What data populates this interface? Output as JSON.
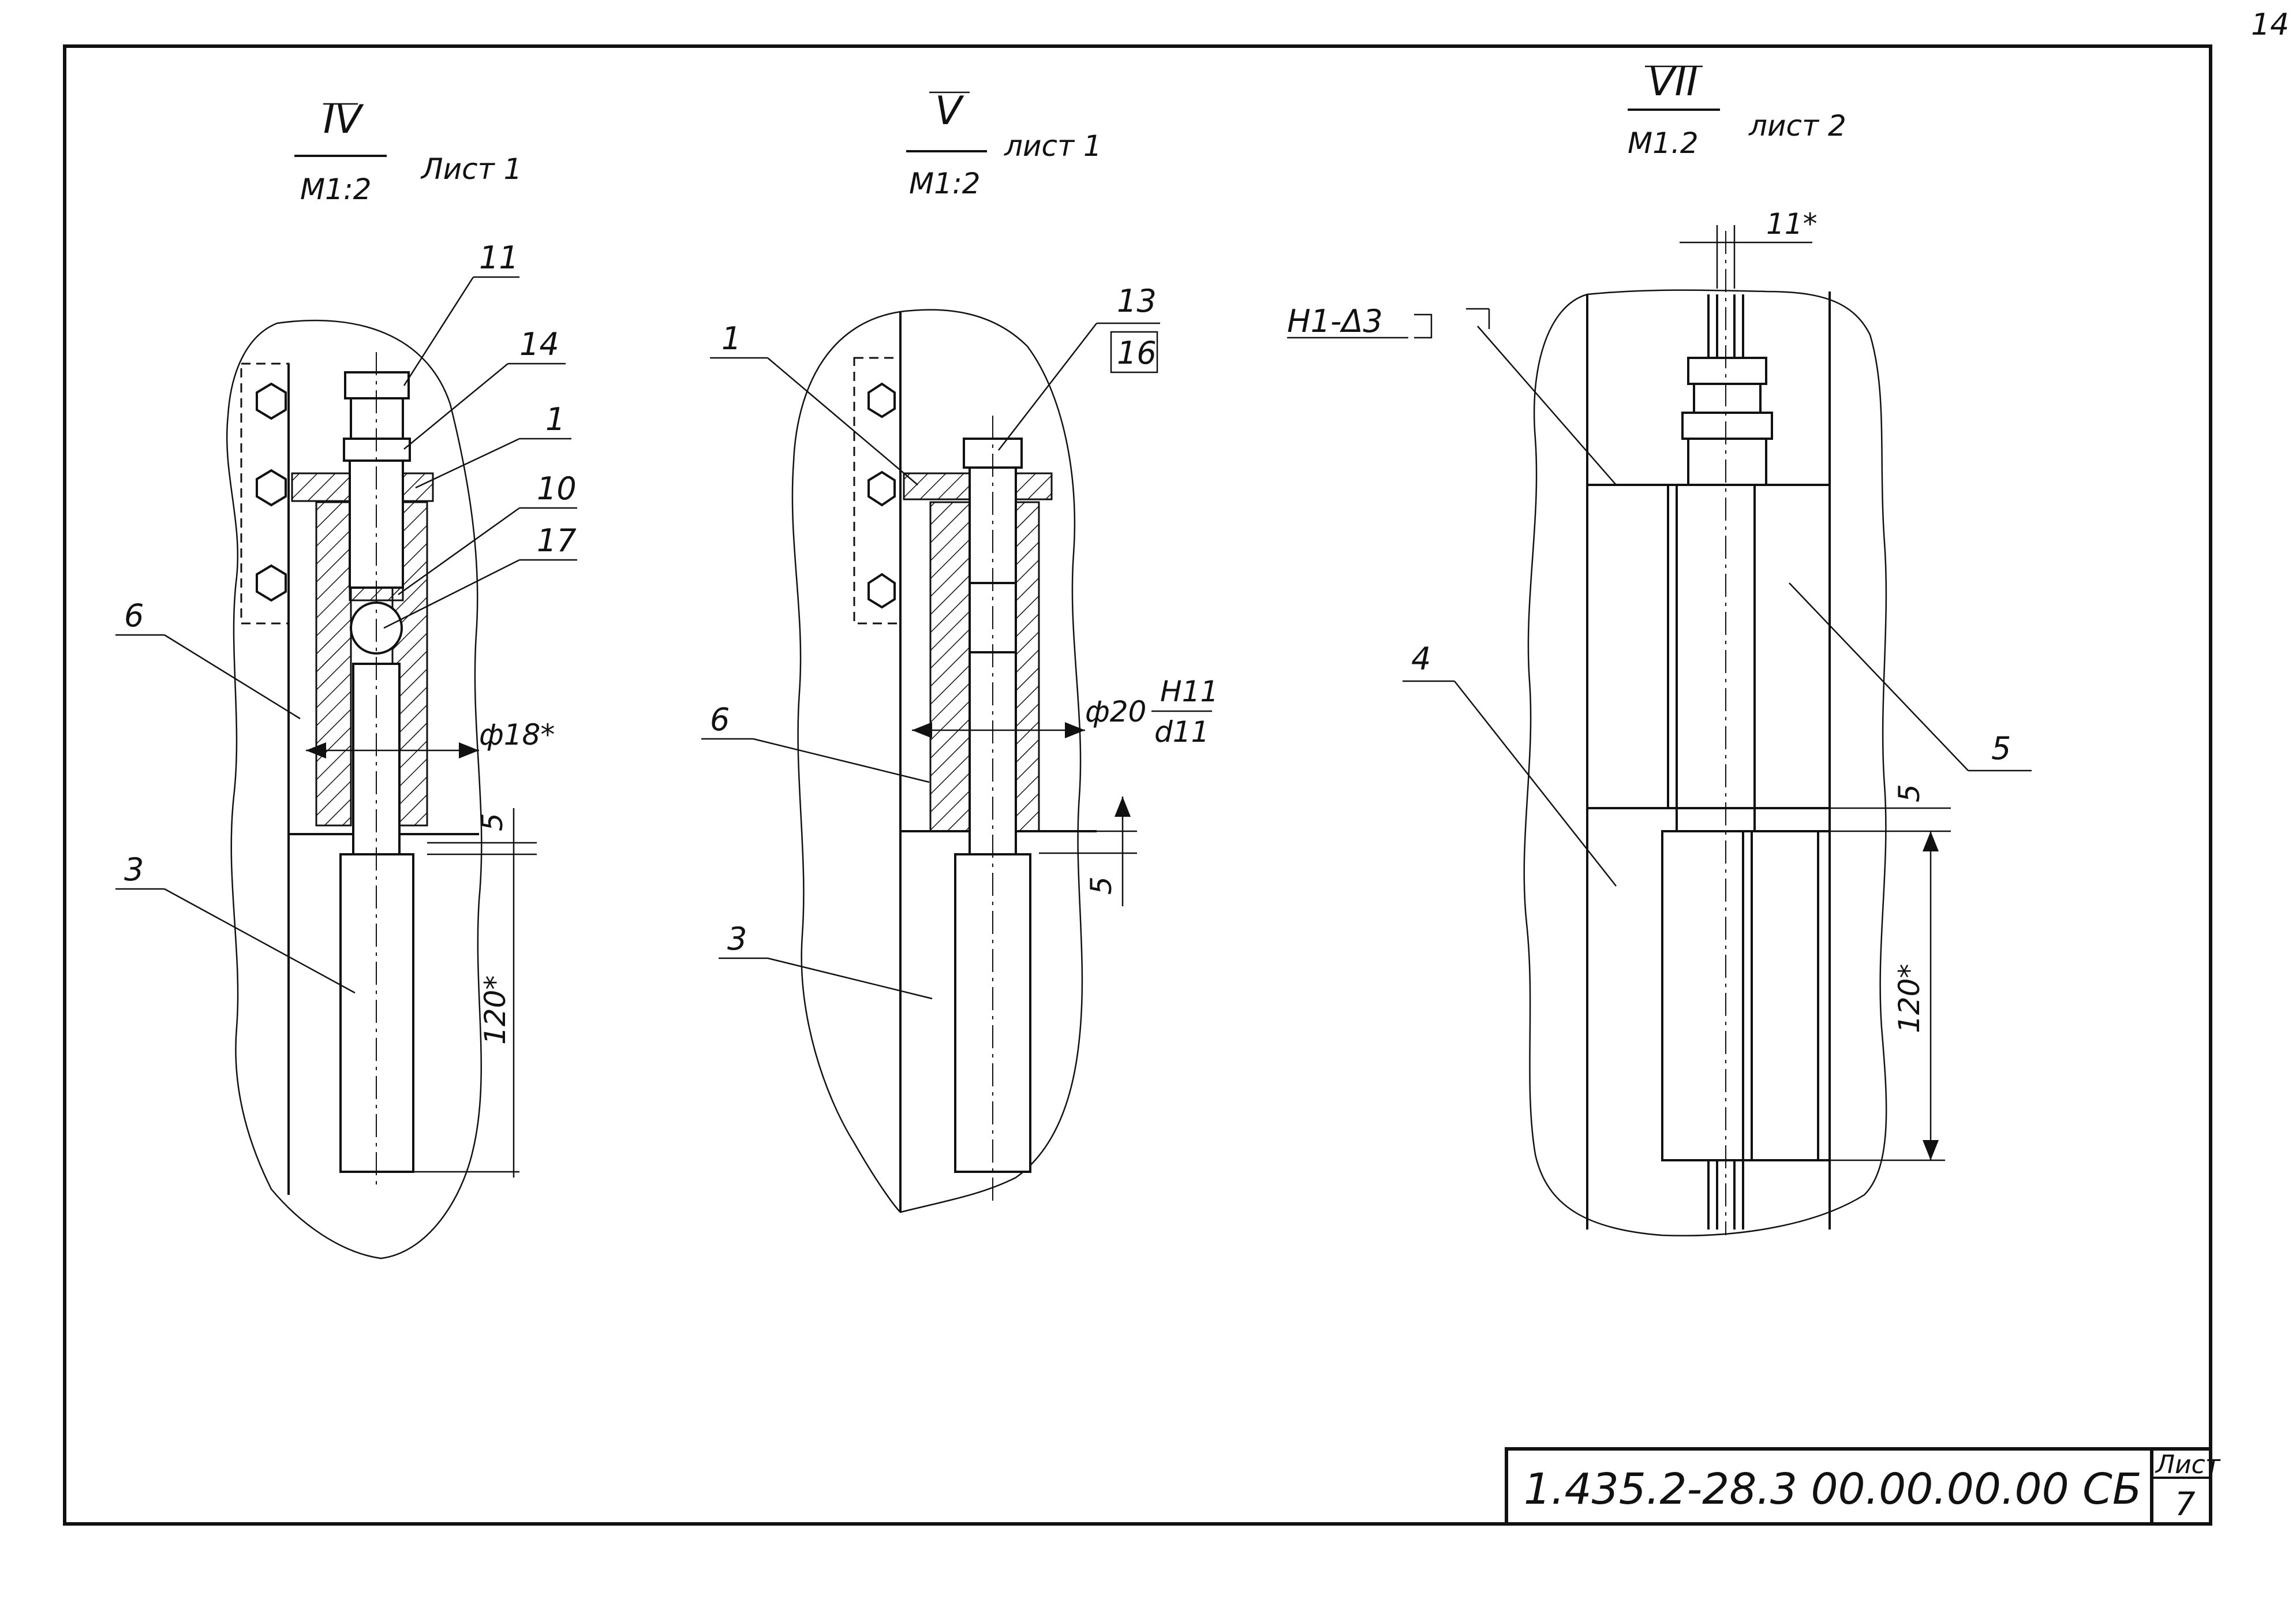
{
  "page": {
    "number": "14"
  },
  "views": [
    {
      "roman": "IV",
      "scale": "M1:2",
      "sheet": "Лист 1",
      "callouts": [
        "11",
        "14",
        "1",
        "10",
        "17",
        "6",
        "3"
      ],
      "dims": [
        "ф18*",
        "5",
        "120*"
      ]
    },
    {
      "roman": "V",
      "scale": "M1:2",
      "sheet": "лист 1",
      "callouts": [
        "13",
        "16",
        "1",
        "6",
        "3"
      ],
      "dims": [
        "ф20",
        "H11",
        "d11",
        "5"
      ]
    },
    {
      "roman": "VII",
      "scale": "M1.2",
      "sheet": "лист 2",
      "weld_note": "H1-Δ3",
      "callouts": [
        "5",
        "4"
      ],
      "dims": [
        "11*",
        "5",
        "120*"
      ]
    }
  ],
  "title_block": {
    "code": "1.435.2-28.3 00.00.00.00 СБ",
    "sheet_label": "Лист",
    "sheet_number": "7"
  }
}
